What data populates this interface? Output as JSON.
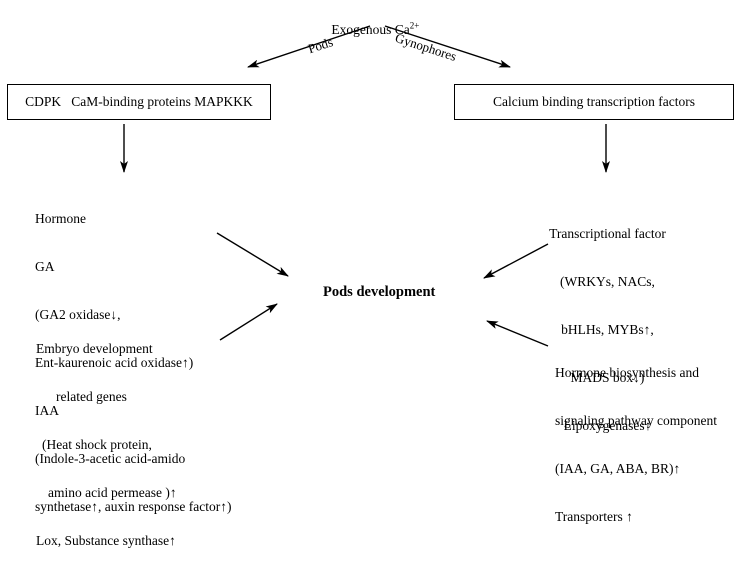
{
  "top": {
    "source_text": "Exogenous Ca",
    "source_sup": "2+"
  },
  "branches": {
    "left_label": "Pods",
    "right_label": "Gynophores"
  },
  "left_box": "CDPK   CaM-binding proteins MAPKKK",
  "right_box": "Calcium binding transcription factors",
  "hormone_block": [
    "Hormone",
    "GA",
    "(GA2 oxidase↓,",
    "Ent-kaurenoic acid oxidase↑)",
    "IAA",
    "(Indole-3-acetic acid-amido",
    "synthetase↑, auxin response factor↑)"
  ],
  "embryo_block": [
    "Embryo development",
    "related genes",
    "(Heat shock protein,",
    "amino acid permease )↑",
    "Lox, Substance synthase↑"
  ],
  "tf_block": [
    "Transcriptional factor",
    "(WRKYs, NACs,",
    "bHLHs, MYBs↑,",
    "MADS box↓)",
    "Lipoxygenases↑"
  ],
  "hormone_bio_block": [
    "Hormone biosynthesis and",
    "signaling pathway component",
    "(IAA, GA, ABA, BR)↑",
    "Transporters ↑"
  ],
  "center_label": "Pods development"
}
